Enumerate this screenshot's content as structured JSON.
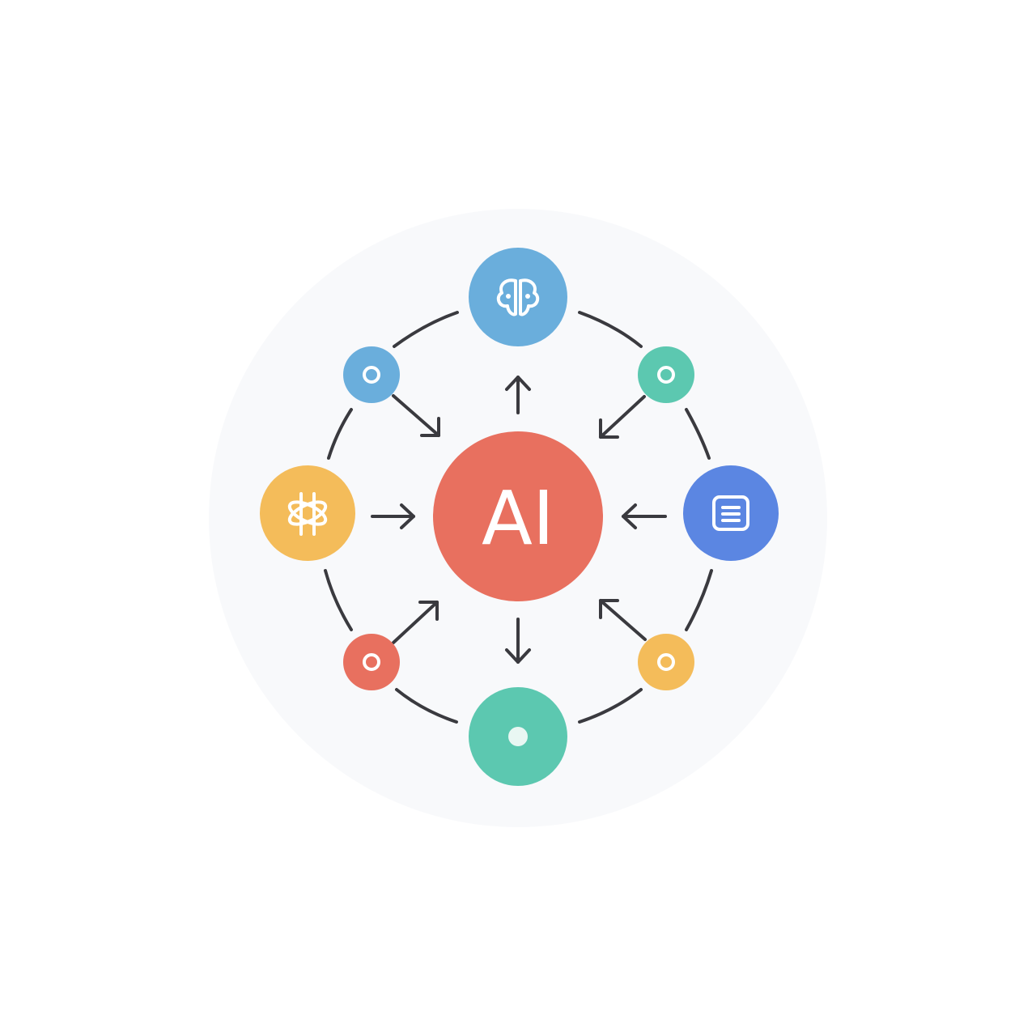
{
  "hub": {
    "label": "AI",
    "color": "#e8705f"
  },
  "nodes": [
    {
      "id": "top",
      "icon": "brain-icon",
      "color": "#6aaedc"
    },
    {
      "id": "right",
      "icon": "document-icon",
      "color": "#5b86e2"
    },
    {
      "id": "bottom",
      "icon": "dot-icon",
      "color": "#5cc8b0"
    },
    {
      "id": "left",
      "icon": "atom-icon",
      "color": "#f4bc5a"
    },
    {
      "id": "top-left",
      "icon": "ring-icon",
      "color": "#6aaedc"
    },
    {
      "id": "top-right",
      "icon": "ring-icon",
      "color": "#5cc8b0"
    },
    {
      "id": "bottom-right",
      "icon": "ring-icon",
      "color": "#f4bc5a"
    },
    {
      "id": "bottom-left",
      "icon": "ring-icon",
      "color": "#e8705f"
    }
  ],
  "arrows": [
    {
      "from": "hub",
      "to": "top"
    },
    {
      "from": "top-right",
      "to": "hub"
    },
    {
      "from": "right",
      "to": "hub"
    },
    {
      "from": "bottom-right",
      "to": "hub"
    },
    {
      "from": "hub",
      "to": "bottom"
    },
    {
      "from": "bottom-left",
      "to": "hub"
    },
    {
      "from": "left",
      "to": "hub"
    },
    {
      "from": "top-left",
      "to": "hub"
    }
  ]
}
